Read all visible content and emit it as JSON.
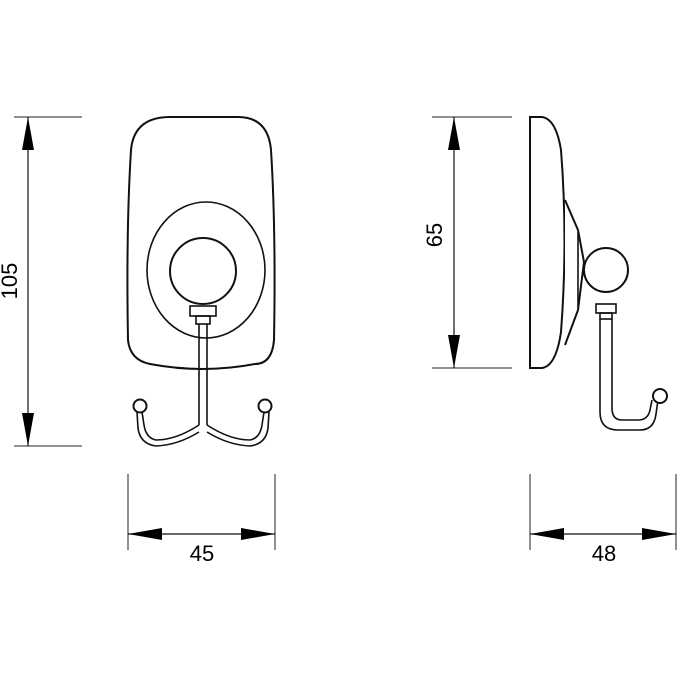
{
  "dimensions": {
    "front_height": "105",
    "front_width": "45",
    "side_height": "65",
    "side_width": "48"
  }
}
